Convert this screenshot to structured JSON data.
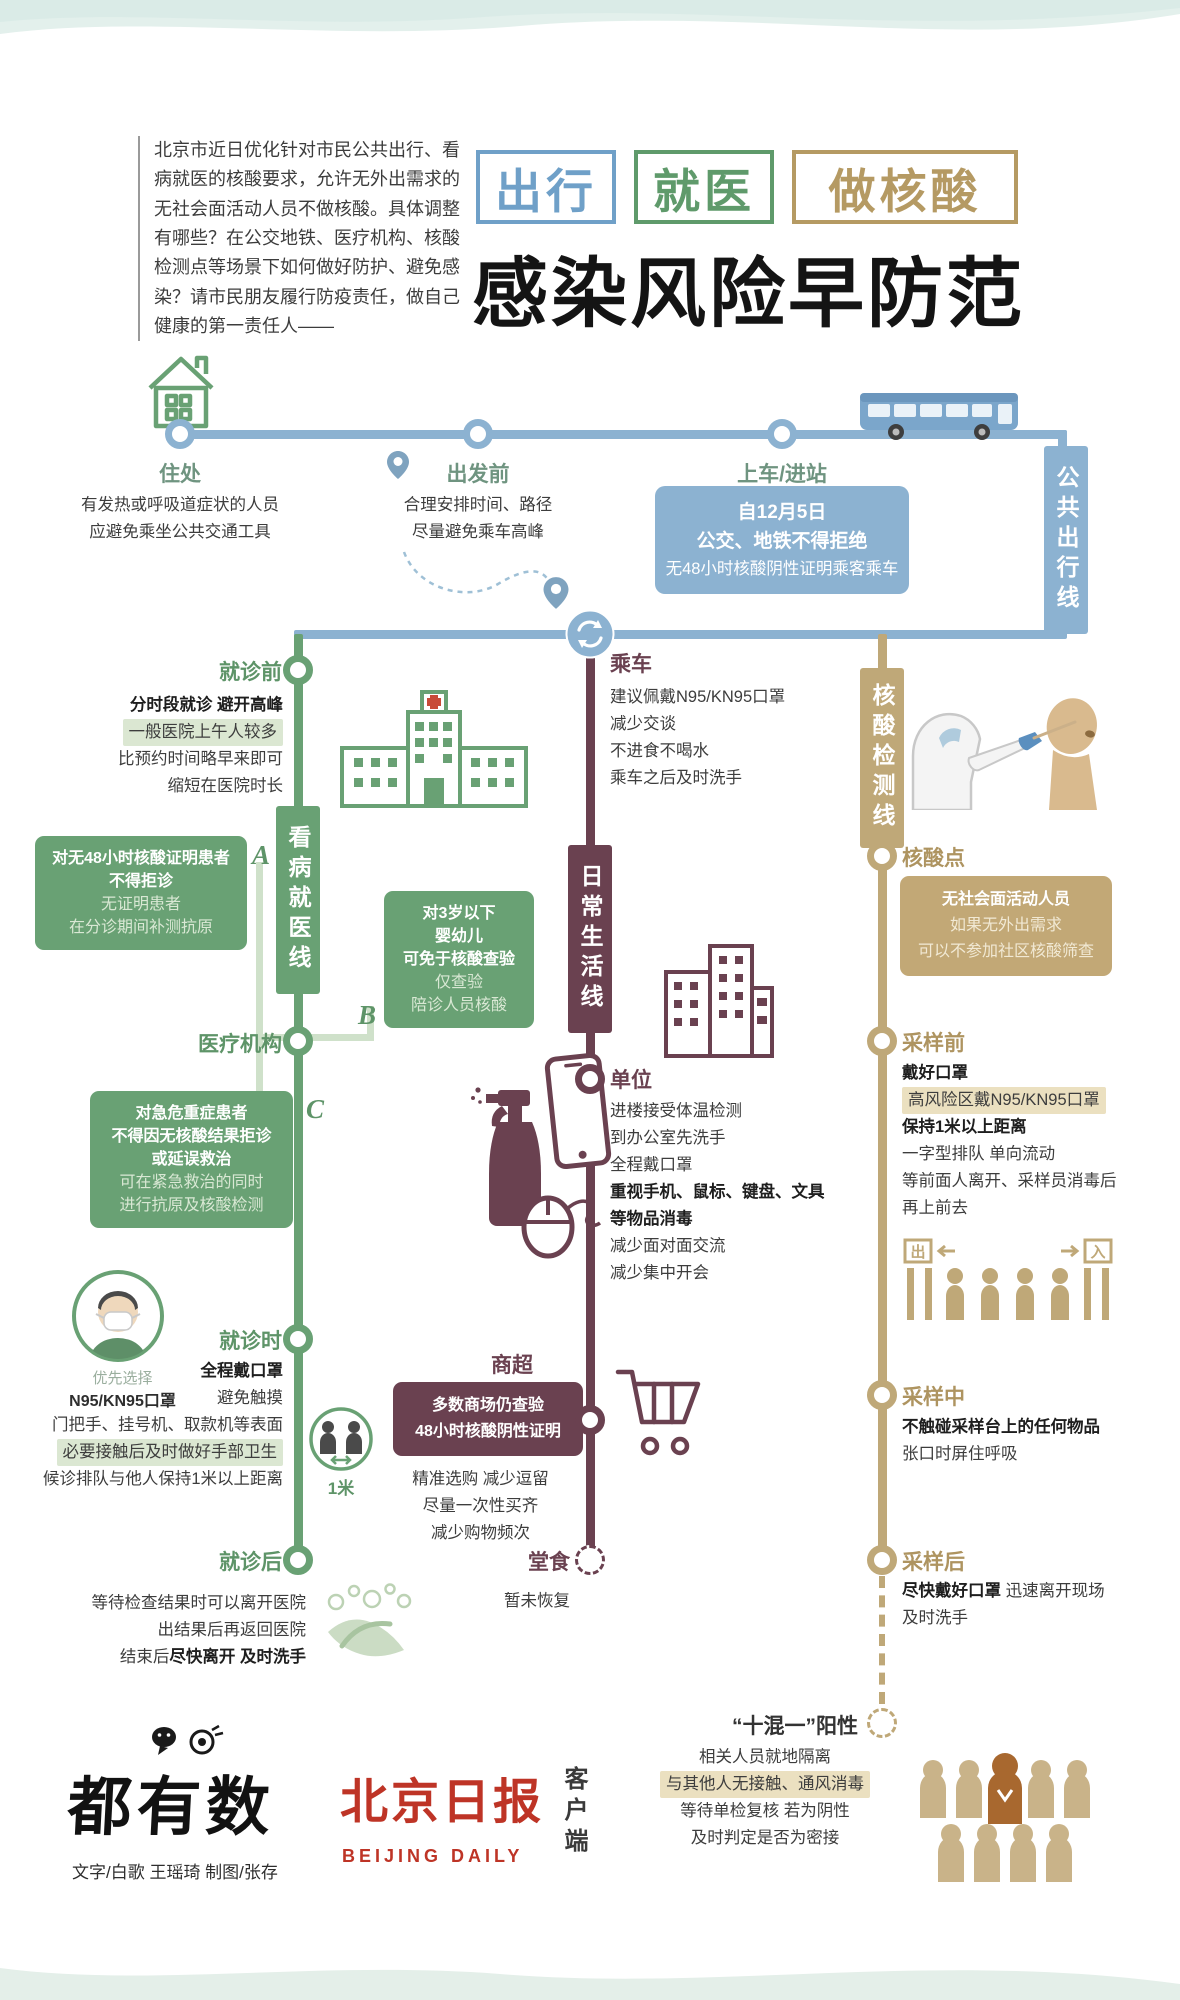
{
  "header": {
    "intro": "北京市近日优化针对市民公共出行、看病就医的核酸要求，允许无外出需求的无社会面活动人员不做核酸。具体调整有哪些？在公交地铁、医疗机构、核酸检测点等场景下如何做好防护、避免感染？请市民朋友履行防疫责任，做自己健康的第一责任人——",
    "badge_trip": "出行",
    "badge_medical": "就医",
    "badge_test": "做核酸",
    "title": "感染风险早防范"
  },
  "transit": {
    "line_label": "公共出行线",
    "home": {
      "label": "住处",
      "line1": "有发热或呼吸道症状的人员",
      "line2": "应避免乘坐公共交通工具"
    },
    "depart": {
      "label": "出发前",
      "line1": "合理安排时间、路径",
      "line2": "尽量避免乘车高峰"
    },
    "board": {
      "label": "上车/进站",
      "notice1": "自12月5日",
      "notice2": "公交、地铁不得拒绝",
      "notice3": "无48小时核酸阴性证明乘客乘车"
    }
  },
  "daily": {
    "line_label": "日常生活线",
    "ride": {
      "label": "乘车",
      "lines": [
        "建议佩戴N95/KN95口罩",
        "减少交谈",
        "不进食不喝水",
        "乘车之后及时洗手"
      ]
    },
    "office": {
      "label": "单位",
      "lines": [
        "进楼接受体温检测",
        "到办公室先洗手",
        "全程戴口罩"
      ],
      "bold_lines": [
        "重视手机、鼠标、键盘、文具",
        "等物品消毒"
      ],
      "lines2": [
        "减少面对面交流",
        "减少集中开会"
      ]
    },
    "market": {
      "label": "商超",
      "notice1": "多数商场仍查验",
      "notice2": "48小时核酸阴性证明",
      "lines": [
        "精准选购 减少逗留",
        "尽量一次性买齐",
        "减少购物频次"
      ]
    },
    "dine": {
      "label": "堂食",
      "line1": "暂未恢复"
    }
  },
  "medical": {
    "line_label": "看病就医线",
    "pre": {
      "label": "就诊前",
      "bold1": "分时段就诊 避开高峰",
      "chip": "一般医院上午人较多",
      "line3": "比预约时间略早来即可",
      "line4": "缩短在医院时长"
    },
    "boxA": {
      "marker": "A",
      "bold": [
        "对无48小时核酸证明患者",
        "不得拒诊"
      ],
      "light": [
        "无证明患者",
        "在分诊期间补测抗原"
      ]
    },
    "facility_label": "医疗机构",
    "boxB": {
      "marker": "B",
      "bold": [
        "对3岁以下",
        "婴幼儿",
        "可免于核酸查验"
      ],
      "light": [
        "仅查验",
        "陪诊人员核酸"
      ]
    },
    "boxC": {
      "marker": "C",
      "bold": [
        "对急危重症患者",
        "不得因无核酸结果拒诊",
        "或延误救治"
      ],
      "light": [
        "可在紧急救治的同时",
        "进行抗原及核酸检测"
      ]
    },
    "during": {
      "label": "就诊时",
      "bold1": "全程戴口罩",
      "line2": "避免触摸",
      "line3": "门把手、挂号机、取款机等表面",
      "chip": "必要接触后及时做好手部卫生",
      "line5": "候诊排队与他人保持1米以上距离"
    },
    "mask_tip": {
      "line1": "优先选择",
      "line2": "N95/KN95口罩"
    },
    "distance_tag": "1米",
    "after": {
      "label": "就诊后",
      "line1": "等待检查结果时可以离开医院",
      "line2": "出结果后再返回医院",
      "line3_normal": "结束后",
      "line3_bold": "尽快离开 及时洗手"
    }
  },
  "nucleic": {
    "line_label": "核酸检测线",
    "site": {
      "label": "核酸点",
      "bold1": "无社会面活动人员",
      "line2": "如果无外出需求",
      "line3": "可以不参加社区核酸筛查"
    },
    "before": {
      "label": "采样前",
      "bold1": "戴好口罩",
      "chip": "高风险区戴N95/KN95口罩",
      "bold2": "保持1米以上距离",
      "line4": "一字型排队 单向流动",
      "line5": "等前面人离开、采样员消毒后",
      "line6": "再上前去",
      "gate_out": "出",
      "gate_in": "入"
    },
    "during": {
      "label": "采样中",
      "bold1": "不触碰采样台上的任何物品",
      "line2": "张口时屏住呼吸"
    },
    "after": {
      "label": "采样后",
      "bold1": "尽快戴好口罩",
      "rest1": "迅速离开现场",
      "line2": "及时洗手"
    },
    "positive": {
      "label": "“十混一”阳性",
      "line1": "相关人员就地隔离",
      "chip": "与其他人无接触、通风消毒",
      "line3": "等待单检复核 若为阴性",
      "line4": "及时判定是否为密接"
    }
  },
  "footer": {
    "logo1": "都有数",
    "credits": "文字/白歌 王瑶琦 制图/张存",
    "logo2": "北京日报",
    "logo2_en": "BEIJING DAILY",
    "logo2_client": "客户端"
  },
  "colors": {
    "transit_blue": "#8CB2D1",
    "medical_green": "#69A174",
    "daily_maroon": "#6A4150",
    "nucleic_tan": "#BFA878",
    "logo_red": "#BE3426"
  }
}
